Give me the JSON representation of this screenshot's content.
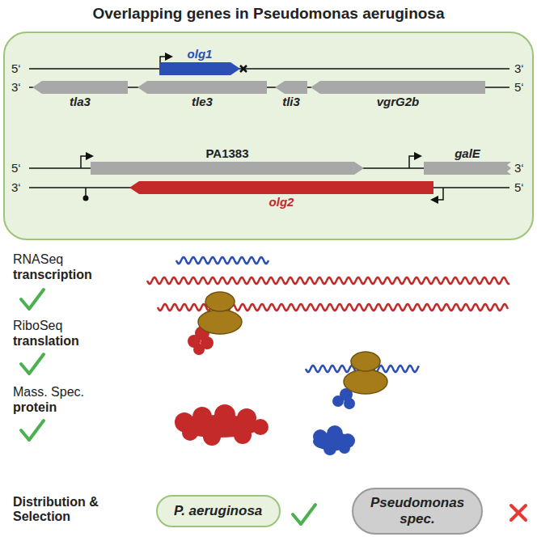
{
  "diagram": {
    "title": "Overlapping genes in Pseudomonas aeruginosa",
    "nodes": [
      {
        "text": [
          "olg1"
        ]
      },
      {
        "text": [
          "tla3"
        ]
      },
      {
        "text": [
          "tle3"
        ]
      },
      {
        "text": [
          "tli3"
        ]
      },
      {
        "text": [
          "vgrG2b"
        ]
      },
      {
        "text": [
          "PA1383"
        ]
      },
      {
        "text": [
          "galE"
        ]
      },
      {
        "text": [
          "olg2"
        ]
      },
      {
        "text": [
          "P. aeruginosa"
        ]
      },
      {
        "text": [
          "Pseudomonas spec."
        ]
      }
    ],
    "labels": [
      "5‘",
      "3‘",
      "3‘",
      "5‘",
      "5‘",
      "3‘",
      "3‘",
      "5‘",
      "RNASeq",
      "transcription",
      "RiboSeq",
      "translation",
      "Mass. Spec.",
      "protein",
      "Distribution & Selection"
    ]
  }
}
